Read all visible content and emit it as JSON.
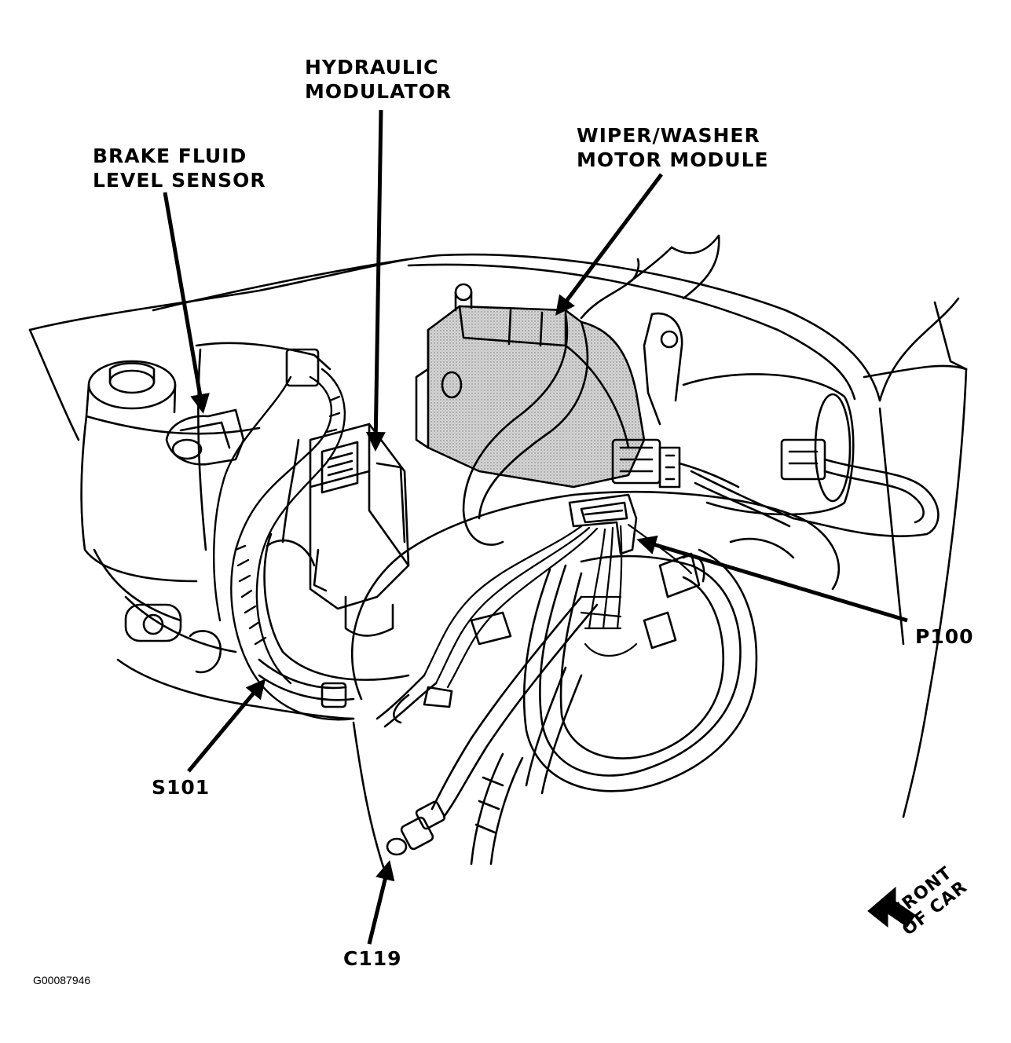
{
  "diagram": {
    "labels": {
      "hydraulic_modulator": [
        "HYDRAULIC",
        "MODULATOR"
      ],
      "brake_fluid_sensor": [
        "BRAKE FLUID",
        "LEVEL SENSOR"
      ],
      "wiper_washer_module": [
        "WIPER/WASHER",
        "MOTOR MODULE"
      ],
      "p100": "P100",
      "s101": "S101",
      "c119": "C119",
      "front_of_car": [
        "FRONT",
        "OF CAR"
      ]
    },
    "figure_id": "G00087946",
    "colors": {
      "ink": "#000000",
      "paper": "#ffffff",
      "shade": "#c8c8c8"
    }
  }
}
